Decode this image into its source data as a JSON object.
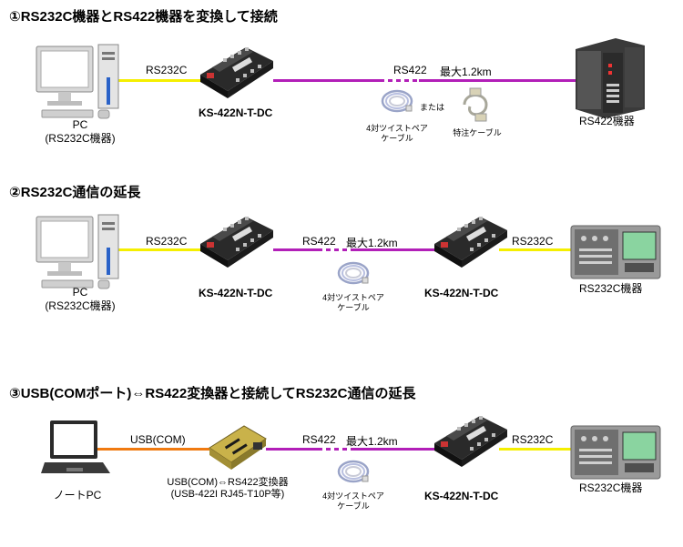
{
  "colors": {
    "rs232c": "#f5ef00",
    "rs422": "#b21fb8",
    "usb": "#f07a10"
  },
  "s1": {
    "title": "①RS232C機器とRS422機器を変換して接続",
    "pc_label_1": "PC",
    "pc_label_2": "(RS232C機器)",
    "rs232c": "RS232C",
    "rs422": "RS422",
    "max": "最大1.2km",
    "converter": "KS-422N-T-DC",
    "cable1_1": "4対ツイストペア",
    "cable1_2": "ケーブル",
    "or": "または",
    "cable2": "特注ケーブル",
    "device": "RS422機器"
  },
  "s2": {
    "title": "②RS232C通信の延長",
    "pc_label_1": "PC",
    "pc_label_2": "(RS232C機器)",
    "rs232c_left": "RS232C",
    "rs422": "RS422",
    "max": "最大1.2km",
    "rs232c_right": "RS232C",
    "converter_left": "KS-422N-T-DC",
    "converter_right": "KS-422N-T-DC",
    "cable_1": "4対ツイストペア",
    "cable_2": "ケーブル",
    "device": "RS232C機器"
  },
  "s3": {
    "title": "③USB(COMポート)⇔RS422変換器と接続してRS232C通信の延長",
    "laptop_label": "ノートPC",
    "usb": "USB(COM)",
    "usb_conv_1": "USB(COM)⇔RS422変換器",
    "usb_conv_2": "(USB-422I RJ45-T10P等)",
    "rs422": "RS422",
    "max": "最大1.2km",
    "rs232c": "RS232C",
    "converter": "KS-422N-T-DC",
    "cable_1": "4対ツイストペア",
    "cable_2": "ケーブル",
    "device": "RS232C機器"
  }
}
